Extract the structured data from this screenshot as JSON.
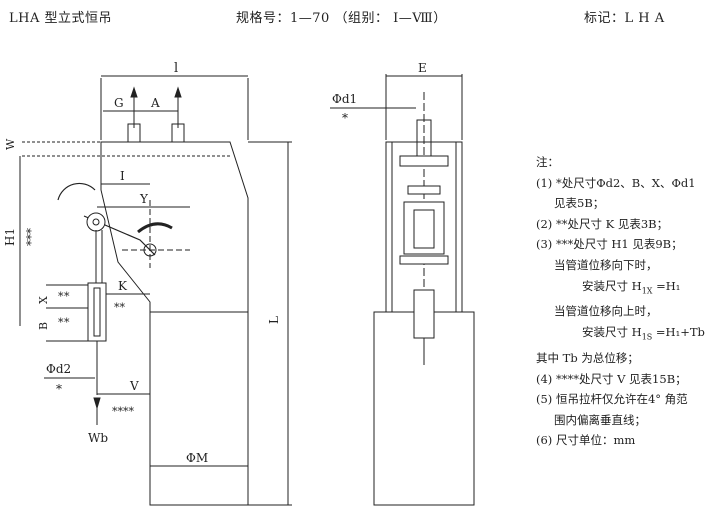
{
  "header": {
    "type_label": "LHA 型立式恒吊",
    "spec_label": "规格号：1—70 （组别： Ⅰ—Ⅷ）",
    "mark_label": "标记：L H A"
  },
  "dimension_labels": {
    "l": "l",
    "G": "G",
    "A": "A",
    "W": "W",
    "I": "I",
    "Y": "Y",
    "H1": "H1",
    "stars3_h1": "***",
    "X": "X",
    "B": "B",
    "K": "K",
    "stars2_k": "**",
    "stars1_a": "*",
    "stars1_b": "*",
    "stars1_c": "*",
    "stars1_d": "*",
    "phi_d2": "Φd2",
    "star_d2": "*",
    "V": "V",
    "stars4_v": "****",
    "Wb": "Wb",
    "phi_M": "ΦM",
    "L": "L",
    "E": "E",
    "phi_d1": "Φd1",
    "star_d1": "*"
  },
  "notes": {
    "title": "注：",
    "n1": "(1) *处尺寸Φd2、B、X、Φd1",
    "n1b": "见表5B；",
    "n2": "(2) **处尺寸 K 见表3B；",
    "n3": "(3) ***处尺寸 H1 见表9B；",
    "n3a": "当管道位移向下时，",
    "n3b_pre": "安装尺寸 H",
    "n3b_sub": "1X",
    "n3b_post": " =H₁",
    "n3c": "当管道位移向上时，",
    "n3d_pre": "安装尺寸 H",
    "n3d_sub": "1S",
    "n3d_post": " =H₁+Tb",
    "n3e": "其中 Tb 为总位移；",
    "n4": "(4) ****处尺寸 V 见表15B；",
    "n5": "(5) 恒吊拉杆仅允许在4° 角范",
    "n5b": "围内偏离垂直线；",
    "n6": "(6) 尺寸单位：mm"
  }
}
